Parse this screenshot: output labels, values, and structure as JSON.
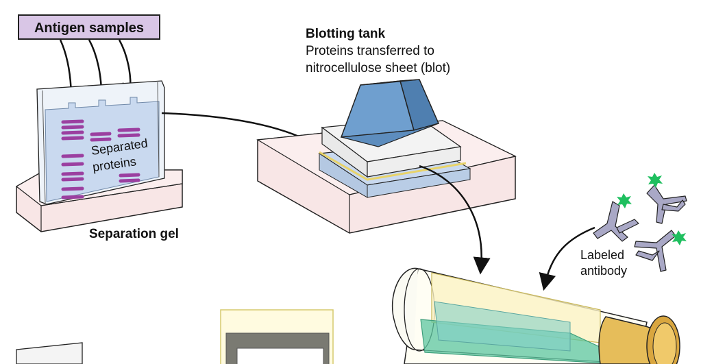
{
  "labels": {
    "antigen_samples": "Antigen samples",
    "separated_line1": "Separated",
    "separated_line2": "proteins",
    "separation_gel": "Separation gel",
    "blotting_tank_title": "Blotting tank",
    "blotting_tank_desc1": "Proteins transferred to",
    "blotting_tank_desc2": "nitrocellulose sheet (blot)",
    "labeled_line1": "Labeled",
    "labeled_line2": "antibody"
  },
  "colors": {
    "antigen_box_fill": "#d9c6e6",
    "gel_fill": "#c9d9ef",
    "band": "#9b3fa0",
    "tank_liquid": "#f8e6e6",
    "sponge_block": "#6f9fcf",
    "antibody_fill": "#a9a8c6",
    "antibody_tag": "#1fbf5f",
    "tube_fill": "#fbf3c4",
    "tube_cap": "#e6bd5a",
    "blot_green": "#5cc6a0"
  },
  "icons": [
    "arrow-icon",
    "antibody-icon",
    "fluorescent-tag-icon"
  ]
}
